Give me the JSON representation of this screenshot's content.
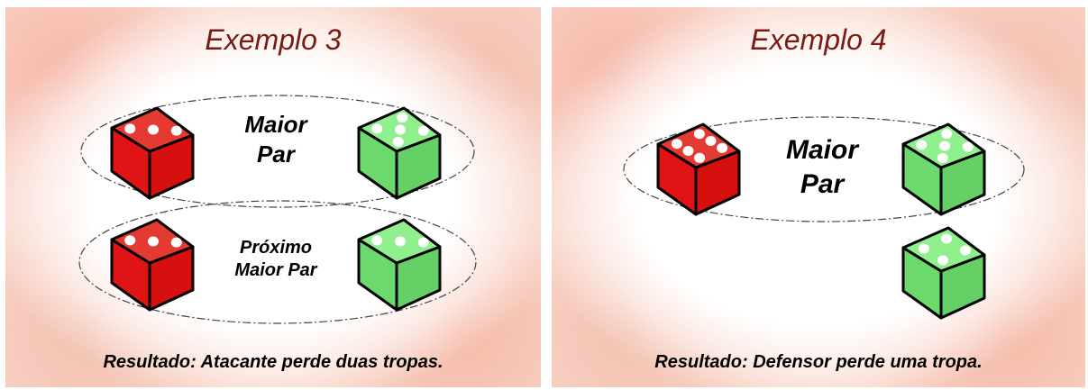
{
  "colors": {
    "red_top": "#e43a32",
    "red_left": "#e01414",
    "red_right": "#d60f0f",
    "green_top": "#8ff08d",
    "green_left": "#6bd96b",
    "green_right": "#64d066",
    "title": "#7a1a12"
  },
  "examples": [
    {
      "title": "Exemplo 3",
      "pairs": [
        {
          "label_line1": "Maior",
          "label_line2": "Par",
          "attacker_value": 3,
          "defender_value": 5
        },
        {
          "label_line1": "Próximo",
          "label_line2": "Maior Par",
          "attacker_value": 3,
          "defender_value": 3
        }
      ],
      "result": "Resultado: Atacante perde duas tropas."
    },
    {
      "title": "Exemplo 4",
      "pairs": [
        {
          "label_line1": "Maior",
          "label_line2": "Par",
          "attacker_value": 6,
          "defender_value": 5
        }
      ],
      "extra_defender_value": 4,
      "result": "Resultado: Defensor perde uma tropa."
    }
  ]
}
